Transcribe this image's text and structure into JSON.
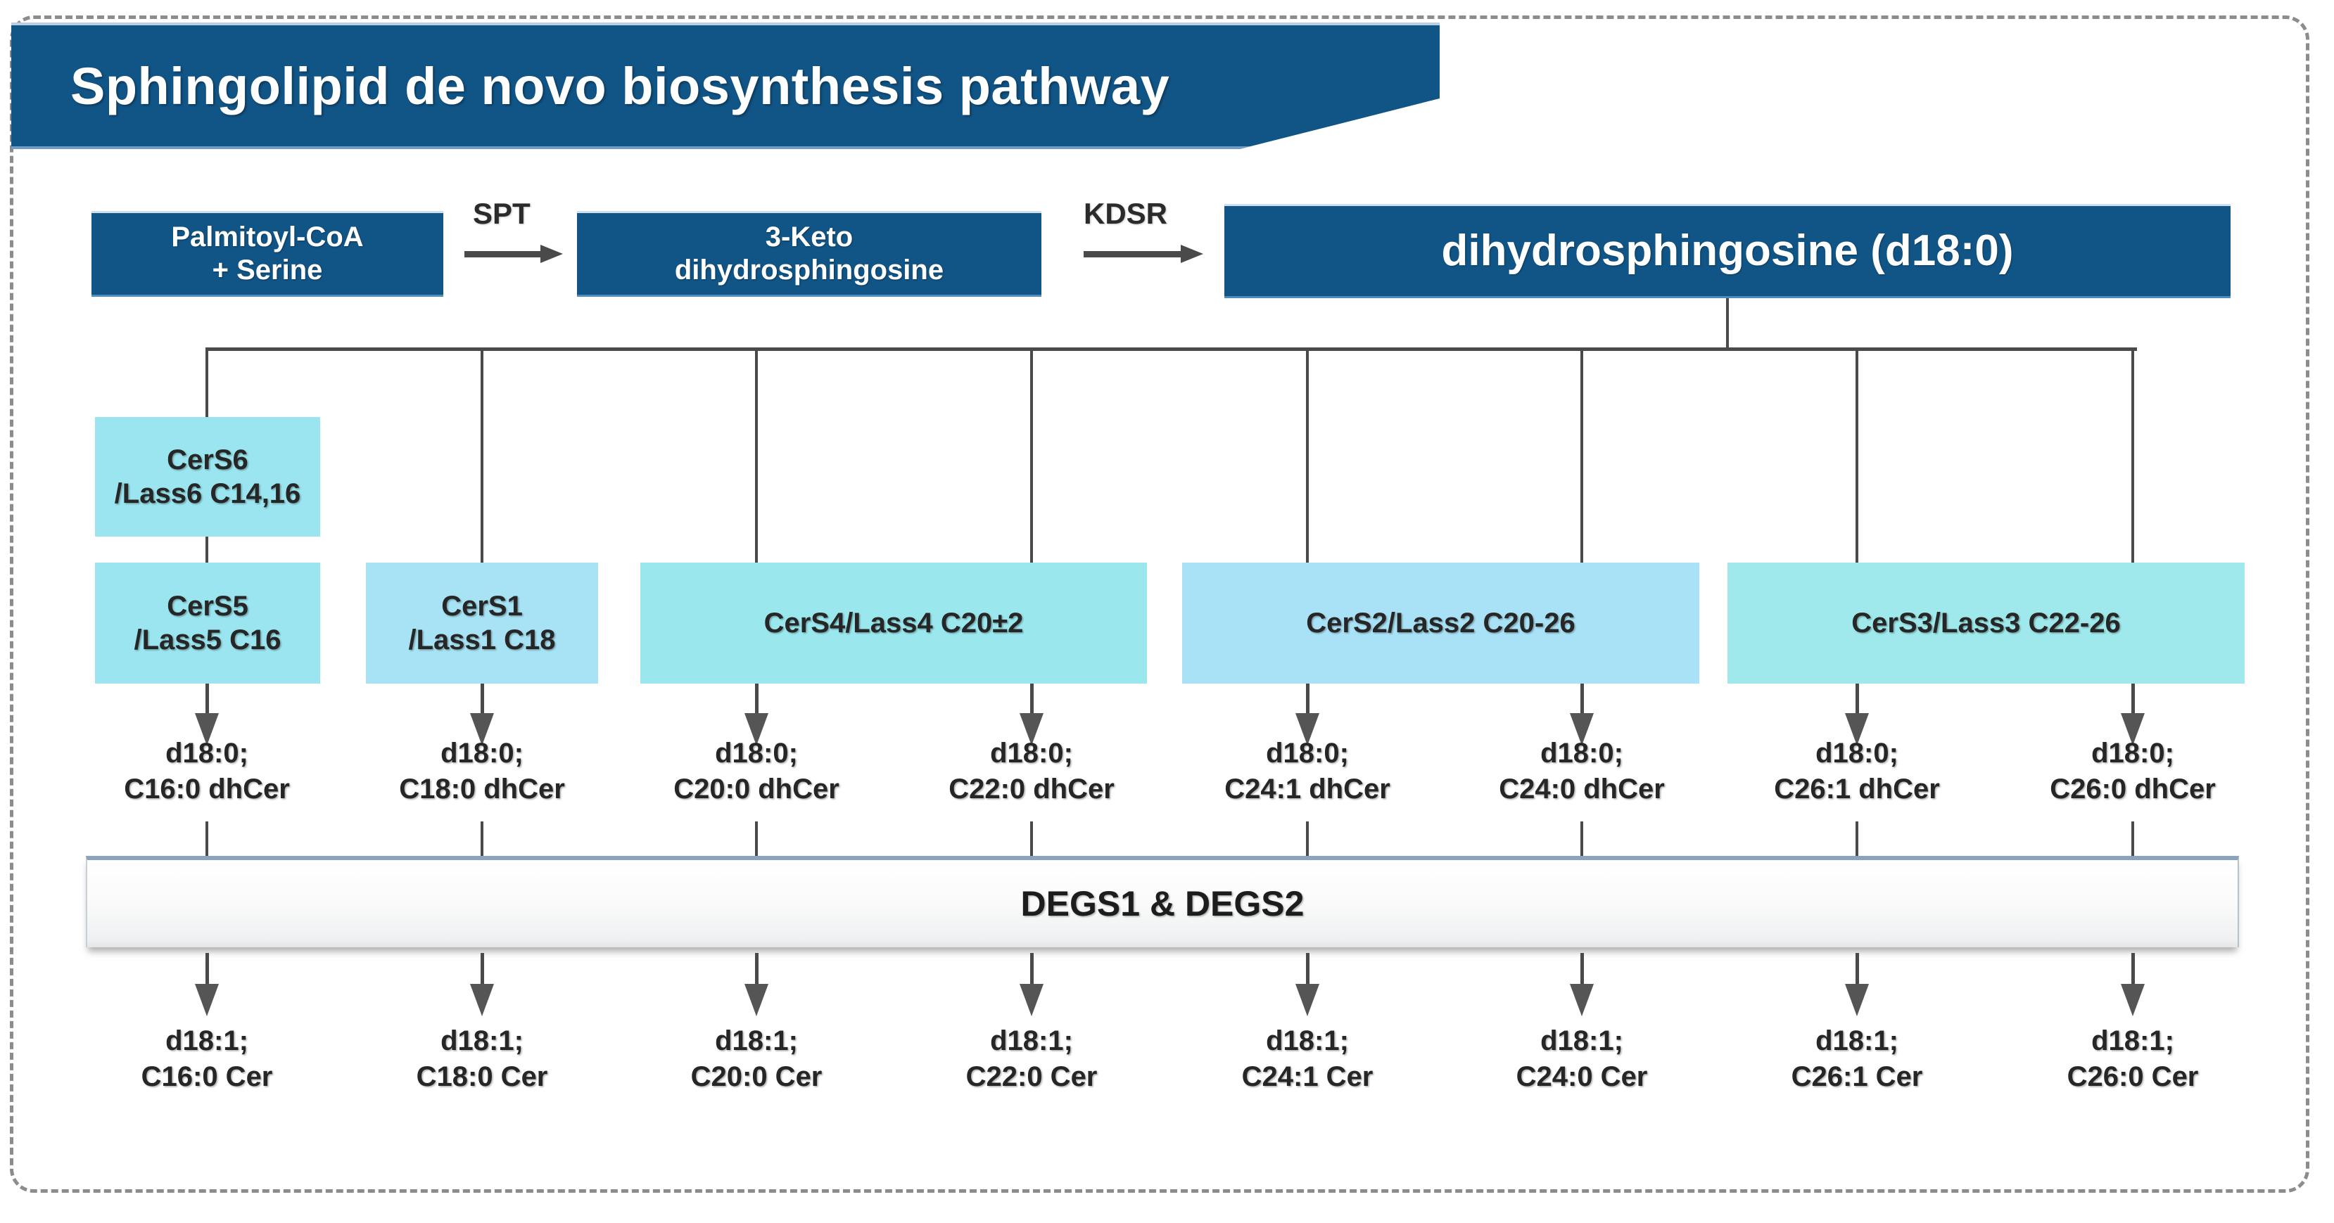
{
  "header": {
    "title": "Sphingolipid de novo biosynthesis pathway"
  },
  "pathway": {
    "upstream": {
      "substrate_label": "Palmitoyl-CoA\n+ Serine",
      "substrate_line1": "Palmitoyl-CoA",
      "substrate_line2": "+ Serine",
      "intermediate_line1": "3-Keto",
      "intermediate_line2": "dihydrosphingosine",
      "product_label": "dihydrosphingosine (d18:0)",
      "enzyme_1": "SPT",
      "enzyme_2": "KDSR"
    },
    "ceramide_synthases": [
      {
        "id": "cers6",
        "line1": "CerS6",
        "line2": "/Lass6 C14,16",
        "color": "#9ae5ef"
      },
      {
        "id": "cers5",
        "line1": "CerS5",
        "line2": "/Lass5 C16",
        "color": "#9ae5ef"
      },
      {
        "id": "cers1",
        "line1": "CerS1",
        "line2": "/Lass1 C18",
        "color": "#a7e3f5"
      },
      {
        "id": "cers4",
        "line1": "CerS4/Lass4 C20±2",
        "line2": "",
        "color": "#9ae8ee"
      },
      {
        "id": "cers2",
        "line1": "CerS2/Lass2 C20-26",
        "line2": "",
        "color": "#a9e2f6"
      },
      {
        "id": "cers3",
        "line1": "CerS3/Lass3 C22-26",
        "line2": "",
        "color": "#9fe9ec"
      }
    ],
    "desaturase": {
      "label": "DEGS1 & DEGS2"
    },
    "dihydroceramides": [
      {
        "base": "d18:0;",
        "species": "C16:0 dhCer"
      },
      {
        "base": "d18:0;",
        "species": "C18:0 dhCer"
      },
      {
        "base": "d18:0;",
        "species": "C20:0 dhCer"
      },
      {
        "base": "d18:0;",
        "species": "C22:0 dhCer"
      },
      {
        "base": "d18:0;",
        "species": "C24:1 dhCer"
      },
      {
        "base": "d18:0;",
        "species": "C24:0 dhCer"
      },
      {
        "base": "d18:0;",
        "species": "C26:1 dhCer"
      },
      {
        "base": "d18:0;",
        "species": "C26:0 dhCer"
      }
    ],
    "ceramides": [
      {
        "base": "d18:1;",
        "species": "C16:0 Cer"
      },
      {
        "base": "d18:1;",
        "species": "C18:0 Cer"
      },
      {
        "base": "d18:1;",
        "species": "C20:0 Cer"
      },
      {
        "base": "d18:1;",
        "species": "C22:0 Cer"
      },
      {
        "base": "d18:1;",
        "species": "C24:1 Cer"
      },
      {
        "base": "d18:1;",
        "species": "C24:0 Cer"
      },
      {
        "base": "d18:1;",
        "species": "C26:1 Cer"
      },
      {
        "base": "d18:1;",
        "species": "C26:0 Cer"
      }
    ]
  },
  "colors": {
    "dark_blue": "#115587",
    "cyan_light": "#9ae5ef",
    "cyan_blue": "#a9e2f6",
    "line_gray": "#4a4a4a",
    "frame_dashed": "#8c8c8c"
  }
}
